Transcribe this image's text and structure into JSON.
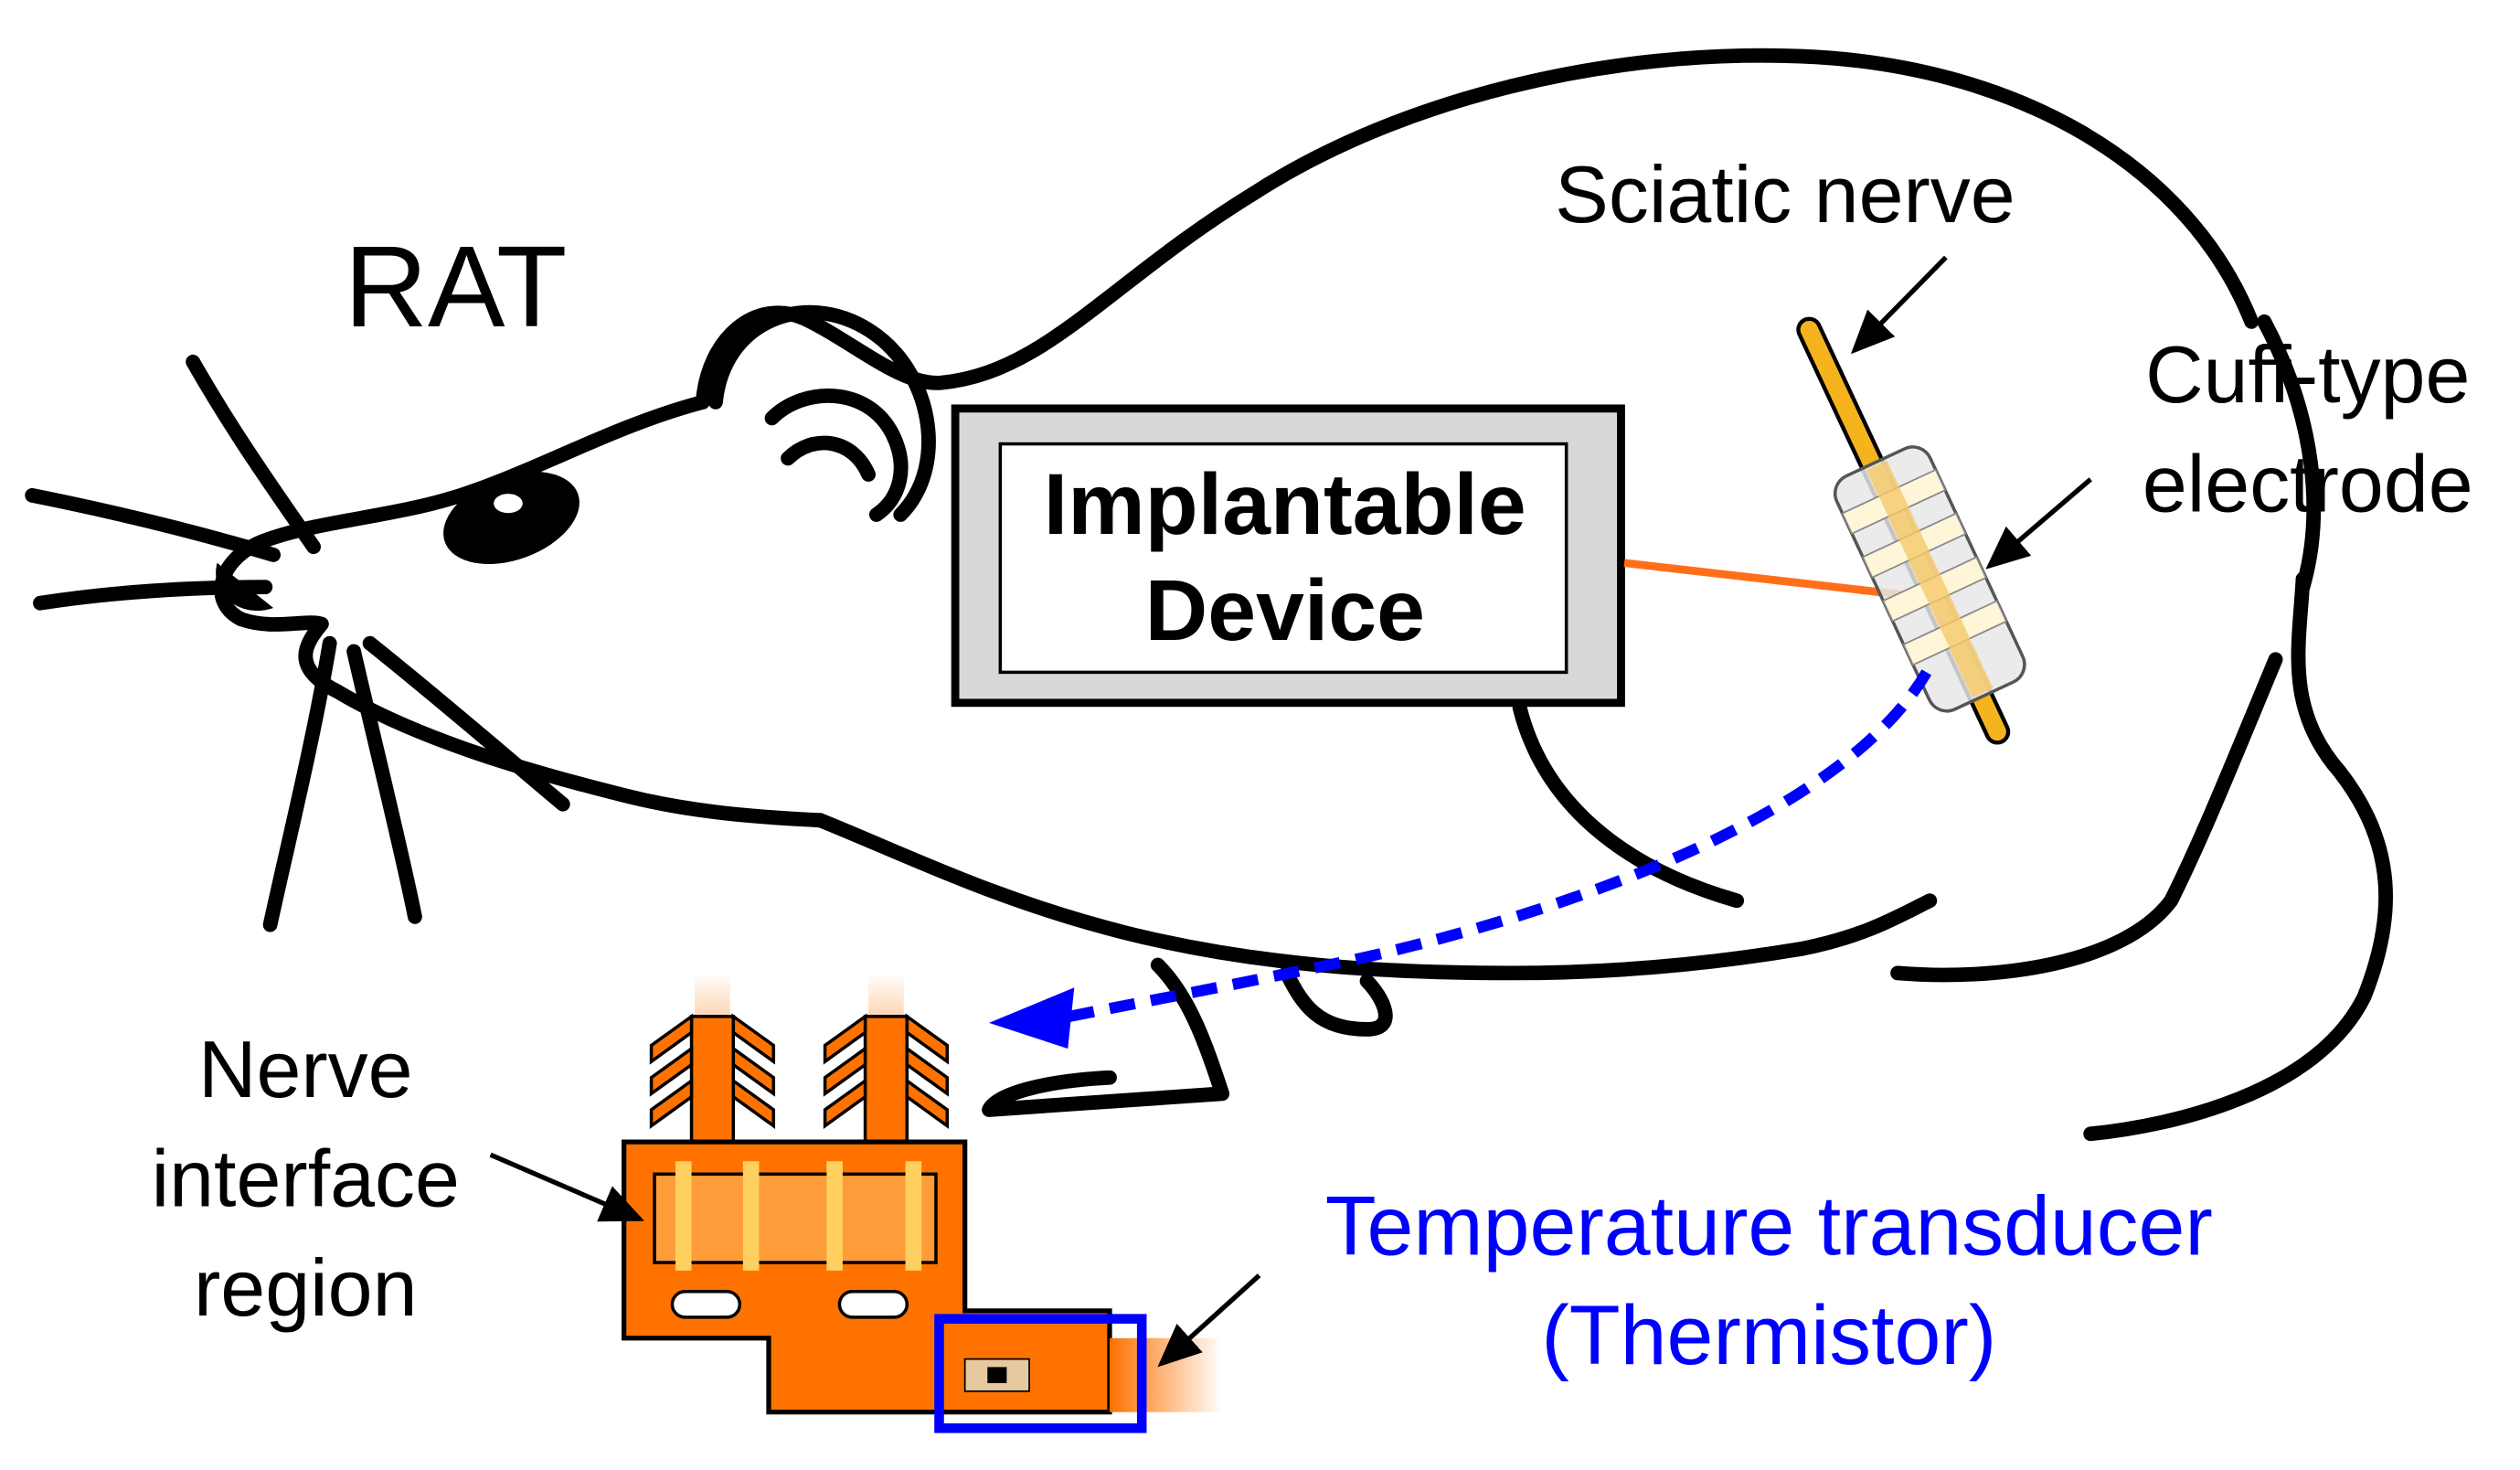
{
  "labels": {
    "animal": "RAT",
    "device_line1": "Implantable",
    "device_line2": "Device",
    "sciatic": "Sciatic nerve",
    "cuff_line1": "Cuff-type",
    "cuff_line2": "electrode",
    "nerve_line1": "Nerve",
    "nerve_line2": "interface",
    "nerve_line3": "region",
    "temp_line1": "Temperature transducer",
    "temp_line2": "(Thermistor)"
  },
  "colors": {
    "outline": "#000000",
    "orange": "#ff7200",
    "orange_light": "#ff9c3a",
    "nerve_yellow": "#f5b41e",
    "lead_orange": "#ff6f1a",
    "blue": "#0000ff",
    "device_fill": "#d8d8d8"
  }
}
